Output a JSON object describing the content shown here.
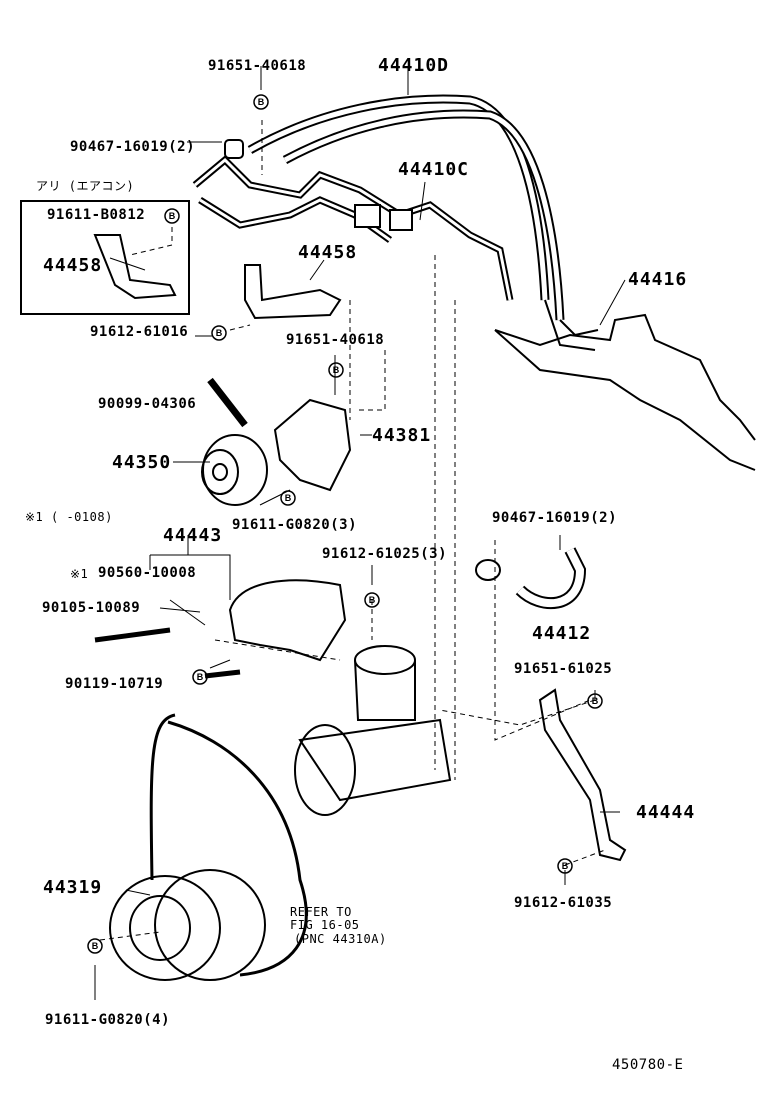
{
  "diagram": {
    "drawing_number": "450780-E",
    "variant_note": "アリ (エアコン)",
    "footnote": "※1 (      -0108)",
    "footnote_mark": "※1",
    "refer_note": [
      "REFER TO",
      "FIG 16-05",
      "(PNC 44310A)"
    ],
    "bolt_marker": "B",
    "parts": {
      "p44410D": "44410D",
      "p44410C": "44410C",
      "p44458_box": "44458",
      "p44458": "44458",
      "p44416": "44416",
      "p44381": "44381",
      "p44350": "44350",
      "p44443": "44443",
      "p44412": "44412",
      "p44444": "44444",
      "p44319": "44319",
      "b9165140618_top": "91651-40618",
      "b9165140618_mid": "91651-40618",
      "c9046716019_top": "90467-16019(2)",
      "c9046716019_right": "90467-16019(2)",
      "b91611B0812": "91611-B0812",
      "b9161261016": "91612-61016",
      "b9009904306": "90099-04306",
      "b91611G0820_3": "91611-G0820(3)",
      "b9161261025_3": "91612-61025(3)",
      "c9056010008": "90560-10008",
      "b9010510089": "90105-10089",
      "b9011910719": "90119-10719",
      "b9165161025": "91651-61025",
      "b9161261035": "91612-61035",
      "b91611G0820_4": "91611-G0820(4)"
    }
  }
}
